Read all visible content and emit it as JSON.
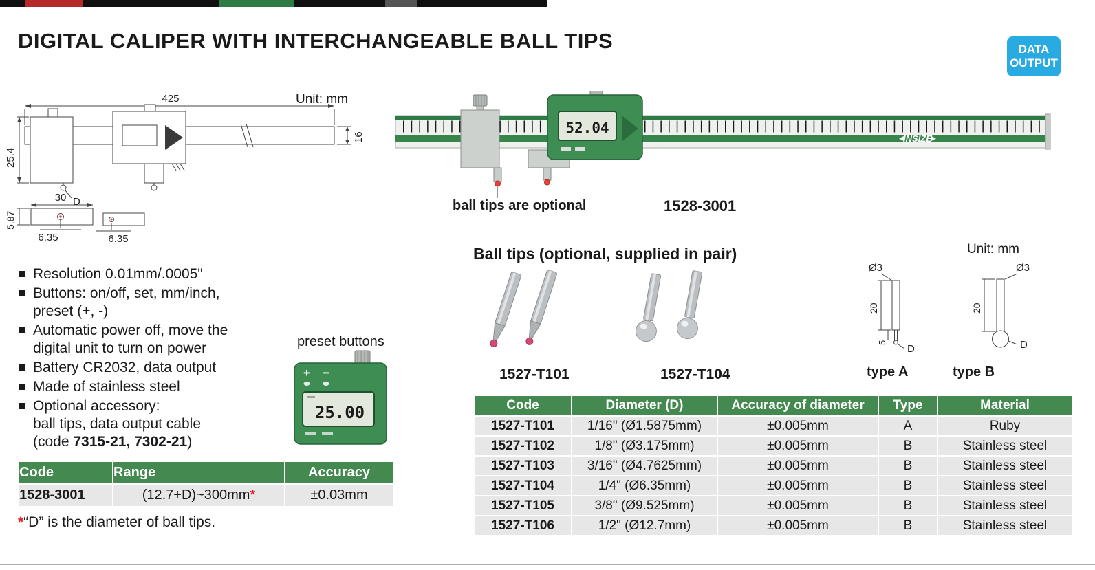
{
  "page": {
    "title": "DIGITAL CALIPER WITH INTERCHANGEABLE BALL TIPS",
    "unit_left": "Unit: mm",
    "unit_right": "Unit: mm"
  },
  "badge": {
    "line1": "DATA",
    "line2": "OUTPUT",
    "color": "#29aae1"
  },
  "drawing": {
    "dim_length": "425",
    "dim_beam_height": "16",
    "dim_jaw": "25.4",
    "dim_d": "D",
    "dim_tip_len": "30",
    "dim_tip_height": "5.87",
    "dim_tip_dia_a": "6.35",
    "dim_tip_dia_b": "6.35"
  },
  "caliper_photo": {
    "lcd": "52.04",
    "brand": "INSIZE",
    "caption": "ball tips are optional",
    "model": "1528-3001"
  },
  "ball_tips": {
    "heading": "Ball tips (optional, supplied in pair)",
    "tip1_code": "1527-T101",
    "tip2_code": "1527-T104",
    "type_a": {
      "label": "type A",
      "dia": "Ø3",
      "len": "20",
      "tip_len": "5",
      "d": "D"
    },
    "type_b": {
      "label": "type B",
      "dia": "Ø3",
      "len": "20",
      "d": "D"
    }
  },
  "features": {
    "items": [
      {
        "lines": [
          "Resolution 0.01mm/.0005\""
        ]
      },
      {
        "lines": [
          "Buttons: on/off, set, mm/inch,",
          "preset (+, -)"
        ]
      },
      {
        "lines": [
          "Automatic power off, move the",
          "digital unit to turn on power"
        ]
      },
      {
        "lines": [
          "Battery CR2032, data output"
        ]
      },
      {
        "lines": [
          "Made of stainless steel"
        ]
      },
      {
        "lines": [
          "Optional accessory:",
          "ball tips, data output cable"
        ],
        "code_prefix": "(code ",
        "code_bold": "7315-21, 7302-21",
        "code_suffix": ")"
      }
    ]
  },
  "preset": {
    "caption": "preset buttons",
    "plus": "+",
    "minus": "−",
    "lcd": "25.00"
  },
  "spec_table": {
    "headers": [
      "Code",
      "Range",
      "Accuracy"
    ],
    "row": {
      "code": "1528-3001",
      "range": "(12.7+D)~300mm",
      "star": "*",
      "accuracy": "±0.03mm"
    }
  },
  "footnote": {
    "star": "*",
    "text": "“D” is the diameter of ball tips."
  },
  "tips_table": {
    "headers": [
      "Code",
      "Diameter (D)",
      "Accuracy of diameter",
      "Type",
      "Material"
    ],
    "rows": [
      {
        "code": "1527-T101",
        "diameter": "1/16\" (Ø1.5875mm)",
        "accuracy": "±0.005mm",
        "type": "A",
        "material": "Ruby"
      },
      {
        "code": "1527-T102",
        "diameter": "1/8\" (Ø3.175mm)",
        "accuracy": "±0.005mm",
        "type": "B",
        "material": "Stainless steel"
      },
      {
        "code": "1527-T103",
        "diameter": "3/16\" (Ø4.7625mm)",
        "accuracy": "±0.005mm",
        "type": "B",
        "material": "Stainless steel"
      },
      {
        "code": "1527-T104",
        "diameter": "1/4\" (Ø6.35mm)",
        "accuracy": "±0.005mm",
        "type": "B",
        "material": "Stainless steel"
      },
      {
        "code": "1527-T105",
        "diameter": "3/8\" (Ø9.525mm)",
        "accuracy": "±0.005mm",
        "type": "B",
        "material": "Stainless steel"
      },
      {
        "code": "1527-T106",
        "diameter": "1/2\" (Ø12.7mm)",
        "accuracy": "±0.005mm",
        "type": "B",
        "material": "Stainless steel"
      }
    ]
  },
  "colors": {
    "table_header_green": "#44894f",
    "caliper_green": "#3e8d52",
    "badge_cyan": "#29aae1",
    "accent_red": "#ed1c24"
  }
}
